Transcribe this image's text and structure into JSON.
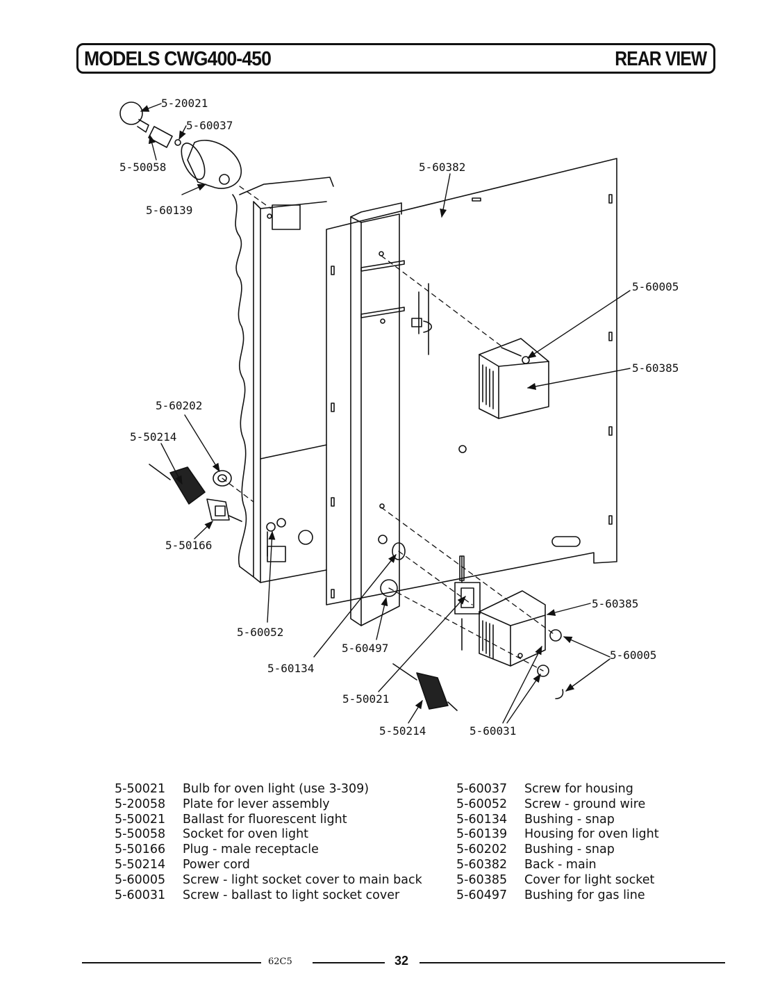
{
  "header": {
    "title": "MODELS CWG400-450",
    "view": "REAR VIEW"
  },
  "callouts": [
    {
      "id": "c1",
      "label": "5-20021"
    },
    {
      "id": "c2",
      "label": "5-60037"
    },
    {
      "id": "c3",
      "label": "5-50058"
    },
    {
      "id": "c4",
      "label": "5-60139"
    },
    {
      "id": "c5",
      "label": "5-60382"
    },
    {
      "id": "c6",
      "label": "5-60005"
    },
    {
      "id": "c7",
      "label": "5-60385"
    },
    {
      "id": "c8",
      "label": "5-60202"
    },
    {
      "id": "c9",
      "label": "5-50214"
    },
    {
      "id": "c10",
      "label": "5-50166"
    },
    {
      "id": "c11",
      "label": "5-60052"
    },
    {
      "id": "c12",
      "label": "5-60134"
    },
    {
      "id": "c13",
      "label": "5-60497"
    },
    {
      "id": "c14",
      "label": "5-50021"
    },
    {
      "id": "c15",
      "label": "5-50214"
    },
    {
      "id": "c16",
      "label": "5-60031"
    },
    {
      "id": "c17",
      "label": "5-60385"
    },
    {
      "id": "c18",
      "label": "5-60005"
    }
  ],
  "parts_left": [
    {
      "num": "5-50021",
      "desc": "Bulb for oven light (use 3-309)"
    },
    {
      "num": "5-20058",
      "desc": "Plate for lever assembly"
    },
    {
      "num": "5-50021",
      "desc": "Ballast for fluorescent light"
    },
    {
      "num": "5-50058",
      "desc": "Socket for oven light"
    },
    {
      "num": "5-50166",
      "desc": "Plug - male receptacle"
    },
    {
      "num": "5-50214",
      "desc": "Power cord"
    },
    {
      "num": "5-60005",
      "desc": "Screw - light socket cover to main back"
    },
    {
      "num": "5-60031",
      "desc": "Screw - ballast to light socket cover"
    }
  ],
  "parts_right": [
    {
      "num": "5-60037",
      "desc": "Screw for housing"
    },
    {
      "num": "5-60052",
      "desc": "Screw - ground wire"
    },
    {
      "num": "5-60134",
      "desc": "Bushing - snap"
    },
    {
      "num": "5-60139",
      "desc": "Housing for oven light"
    },
    {
      "num": "5-60202",
      "desc": "Bushing - snap"
    },
    {
      "num": "5-60382",
      "desc": "Back - main"
    },
    {
      "num": "5-60385",
      "desc": "Cover for light socket"
    },
    {
      "num": "5-60497",
      "desc": "Bushing for gas line"
    }
  ],
  "footer": {
    "code": "62C5",
    "page": "32"
  }
}
